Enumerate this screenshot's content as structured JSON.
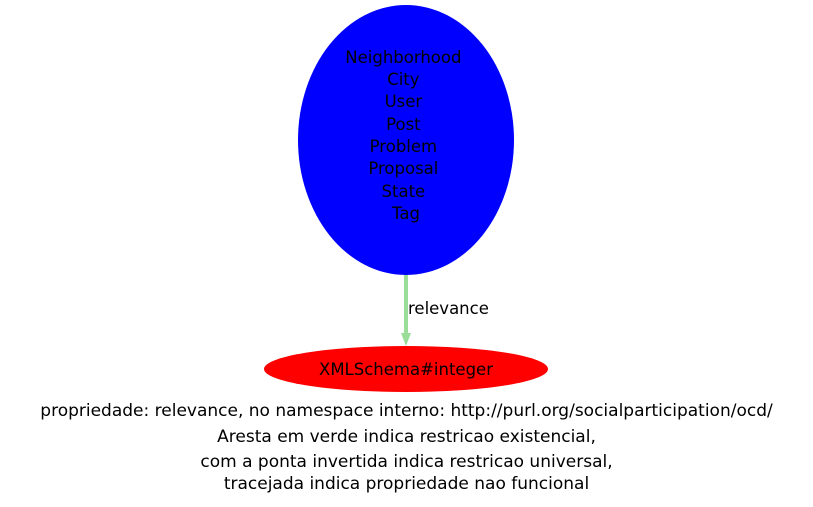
{
  "diagram": {
    "source_node": {
      "color": "#0000ff",
      "classes": [
        "Neighborhood",
        "City",
        "User",
        "Post",
        "Problem",
        "Proposal",
        "State",
        "Tag"
      ]
    },
    "edge": {
      "label": "relevance",
      "color": "#99dd99"
    },
    "target_node": {
      "label": "XMLSchema#integer",
      "color": "#ff0000"
    }
  },
  "caption": {
    "line1": "propriedade: relevance, no namespace interno: http://purl.org/socialparticipation/ocd/",
    "line2": "Aresta em verde indica restricao existencial,",
    "line3": "com a ponta invertida indica restricao universal,",
    "line4": "tracejada indica propriedade nao funcional"
  }
}
